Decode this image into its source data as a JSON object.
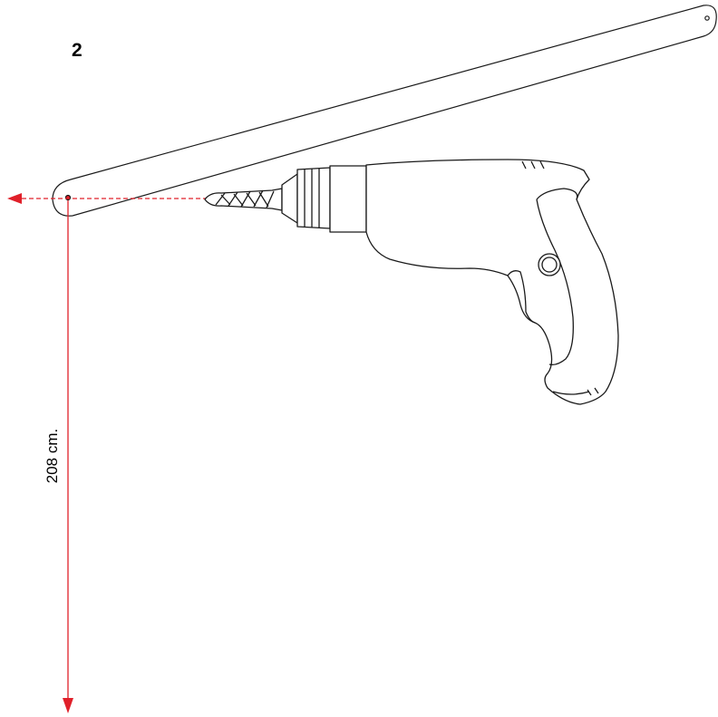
{
  "step": {
    "number": "2"
  },
  "measurement": {
    "label": "208 cm."
  },
  "colors": {
    "guide_line": "#e0202a",
    "outline": "#1a1a1a",
    "background": "#ffffff"
  },
  "parts": {
    "board": "wooden-board",
    "tool": "electric-drill"
  }
}
